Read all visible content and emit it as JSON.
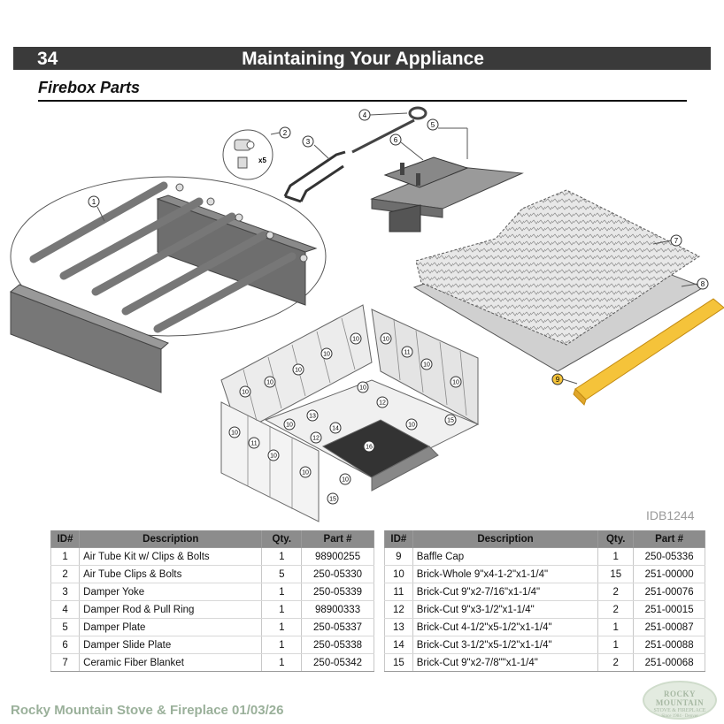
{
  "header": {
    "page_number": "34",
    "title": "Maintaining Your Appliance"
  },
  "section": {
    "title": "Firebox Parts"
  },
  "diagram": {
    "id": "IDB1244",
    "callouts": {
      "c1": "1",
      "c2": "2",
      "c3": "3",
      "c4": "4",
      "c5": "5",
      "c6": "6",
      "c7": "7",
      "c8": "8",
      "c9": "9",
      "b10": "10",
      "b11": "11",
      "b12": "12",
      "b13": "13",
      "b14": "14",
      "b15": "15",
      "b16": "16"
    },
    "clip_qty": "x5",
    "baffle_cap_color": "#f5c33a"
  },
  "table_headers": {
    "id": "ID#",
    "description": "Description",
    "qty": "Qty.",
    "part": "Part #"
  },
  "parts_left": [
    {
      "id": "1",
      "description": "Air Tube Kit w/ Clips & Bolts",
      "qty": "1",
      "part": "98900255"
    },
    {
      "id": "2",
      "description": "Air Tube Clips & Bolts",
      "qty": "5",
      "part": "250-05330"
    },
    {
      "id": "3",
      "description": "Damper Yoke",
      "qty": "1",
      "part": "250-05339"
    },
    {
      "id": "4",
      "description": "Damper Rod & Pull Ring",
      "qty": "1",
      "part": "98900333"
    },
    {
      "id": "5",
      "description": "Damper Plate",
      "qty": "1",
      "part": "250-05337"
    },
    {
      "id": "6",
      "description": "Damper Slide Plate",
      "qty": "1",
      "part": "250-05338"
    },
    {
      "id": "7",
      "description": "Ceramic Fiber Blanket",
      "qty": "1",
      "part": "250-05342"
    }
  ],
  "parts_right": [
    {
      "id": "9",
      "description": "Baffle Cap",
      "qty": "1",
      "part": "250-05336"
    },
    {
      "id": "10",
      "description": "Brick-Whole 9\"x4-1-2\"x1-1/4\"",
      "qty": "15",
      "part": "251-00000"
    },
    {
      "id": "11",
      "description": "Brick-Cut 9\"x2-7/16\"x1-1/4\"",
      "qty": "2",
      "part": "251-00076"
    },
    {
      "id": "12",
      "description": "Brick-Cut 9\"x3-1/2\"x1-1/4\"",
      "qty": "2",
      "part": "251-00015"
    },
    {
      "id": "13",
      "description": "Brick-Cut 4-1/2\"x5-1/2\"x1-1/4\"",
      "qty": "1",
      "part": "251-00087"
    },
    {
      "id": "14",
      "description": "Brick-Cut 3-1/2\"x5-1/2\"x1-1/4\"",
      "qty": "1",
      "part": "251-00088"
    },
    {
      "id": "15",
      "description": "Brick-Cut 9\"x2-7/8\"\"x1-1/4\"",
      "qty": "2",
      "part": "251-00068"
    }
  ],
  "footer": {
    "text": "Rocky Mountain Stove & Fireplace  01/03/26"
  },
  "logo": {
    "line1": "ROCKY MOUNTAIN",
    "line2": "STOVE & FIREPLACE",
    "line3": "Since 1984 · Denver"
  }
}
